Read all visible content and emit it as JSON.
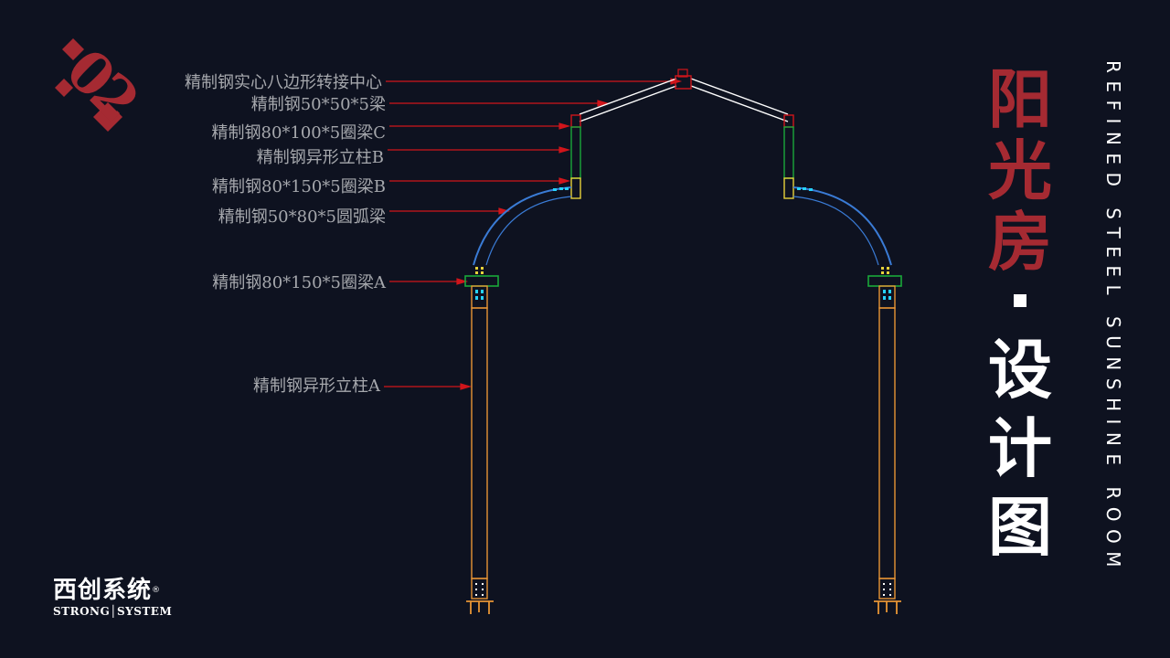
{
  "badge": {
    "number": "02",
    "color": "#a52a32"
  },
  "brand": {
    "name_cn": "西创系统",
    "registered": "®",
    "name_en": "STRONG│SYSTEM"
  },
  "title": {
    "line1": "阳",
    "line2": "光",
    "line3": "房",
    "line4": "设",
    "line5": "计",
    "line6": "图"
  },
  "subtitle": "REFINED STEEL SUNSHINE ROOM",
  "labels": [
    {
      "id": "octagon-hub",
      "text": "精制钢实心八边形转接中心"
    },
    {
      "id": "beam-50",
      "text": "精制钢50*50*5梁"
    },
    {
      "id": "ring-beam-c",
      "text": "精制钢80*100*5圈梁C"
    },
    {
      "id": "column-b",
      "text": "精制钢异形立柱B"
    },
    {
      "id": "ring-beam-b",
      "text": "精制钢80*150*5圈梁B"
    },
    {
      "id": "arc-beam",
      "text": "精制钢50*80*5圆弧梁"
    },
    {
      "id": "ring-beam-a",
      "text": "精制钢80*150*5圈梁A"
    },
    {
      "id": "column-a",
      "text": "精制钢异形立柱A"
    }
  ],
  "colors": {
    "background": "#0e1220",
    "leader": "#d0151b",
    "column": "#e89535",
    "arc": "#3a7bd5",
    "green": "#1aa83a",
    "yellow": "#e6d23a",
    "red": "#d0151b",
    "rafter": "#ffffff",
    "bolt": "#26d3ff"
  }
}
